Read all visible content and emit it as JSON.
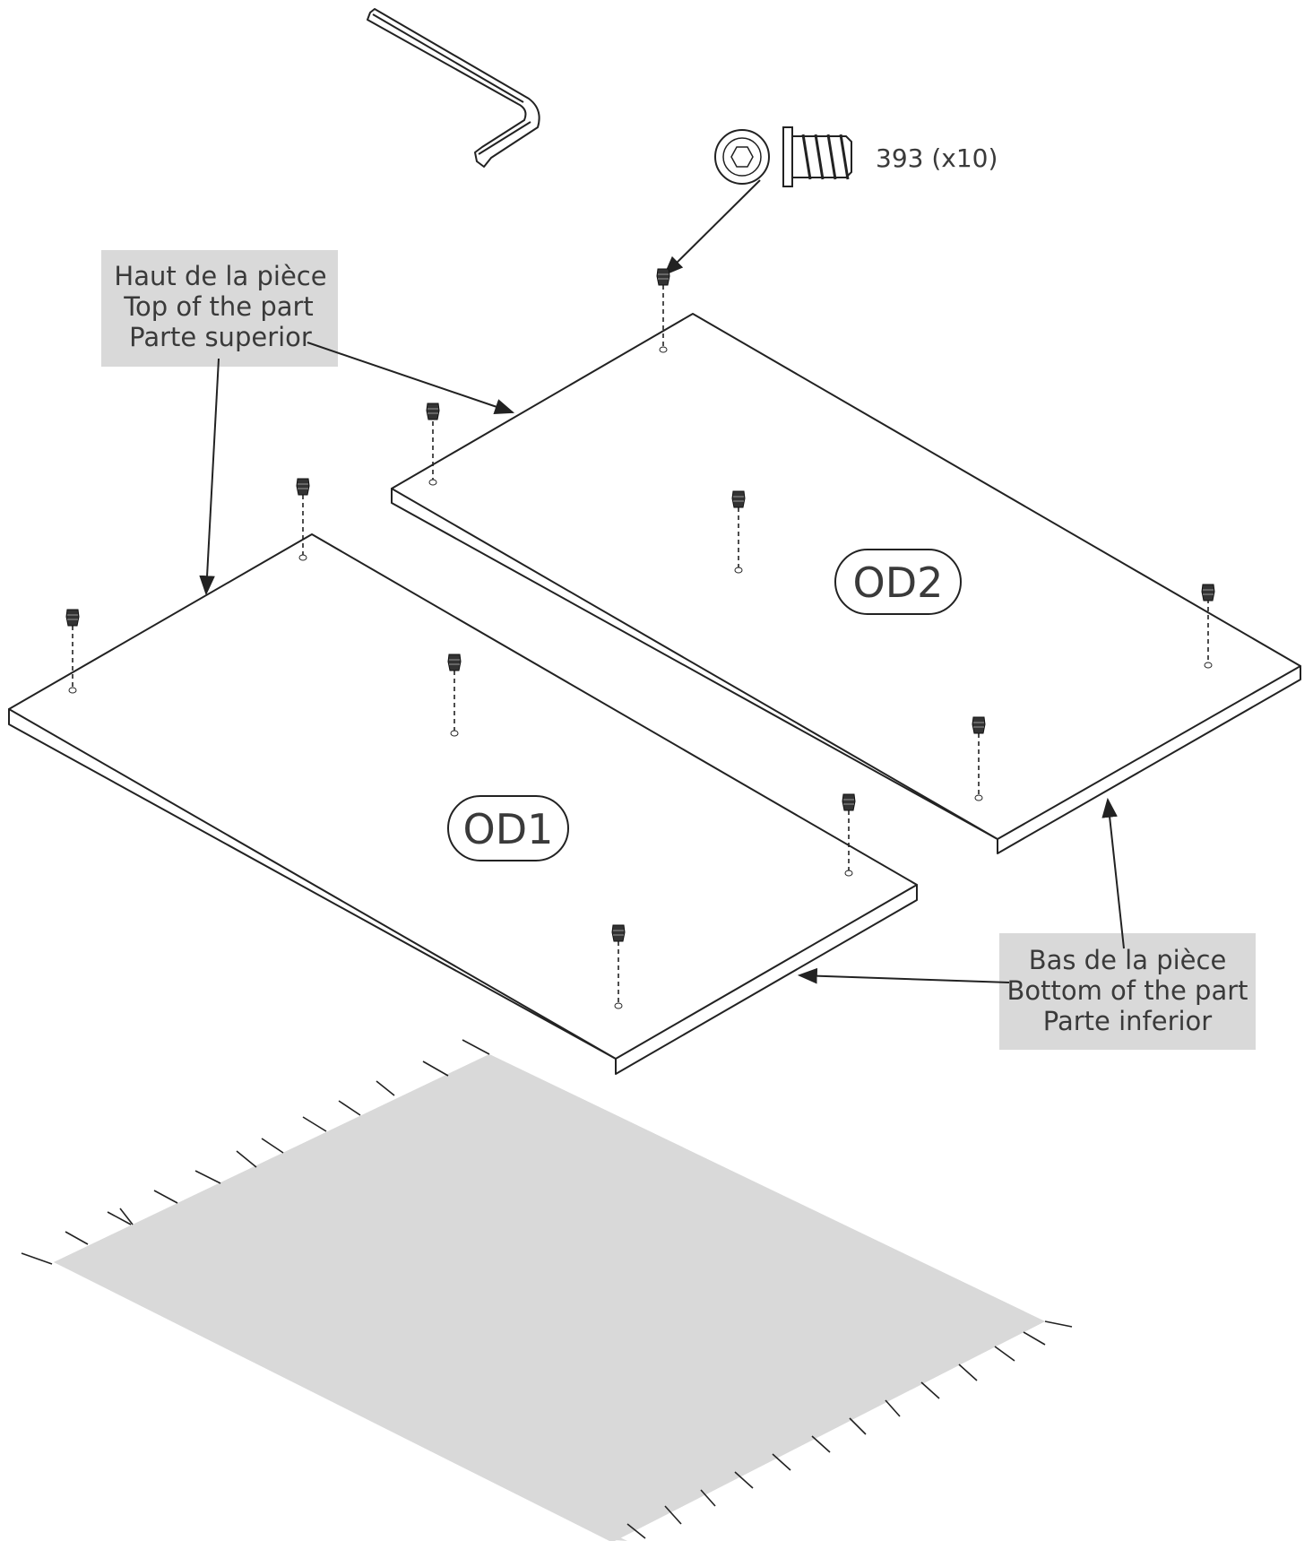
{
  "hardware": {
    "part_number": "393 (x10)",
    "icons": [
      "hex-key-icon",
      "insert-nut-icon",
      "hex-socket-icon"
    ]
  },
  "panels": {
    "panel_1": "OD1",
    "panel_2": "OD2"
  },
  "callouts": {
    "top": {
      "line_fr": "Haut de la pièce",
      "line_en": "Top of the part",
      "line_pt": "Parte superior"
    },
    "bottom": {
      "line_fr": "Bas de la pièce",
      "line_en": "Bottom of the part",
      "line_pt": "Parte inferior"
    }
  },
  "colors": {
    "callout_box": "#d9d9d9",
    "floor_mat": "#d9d9d9",
    "line": "#222222",
    "text": "#3a3a3a"
  }
}
